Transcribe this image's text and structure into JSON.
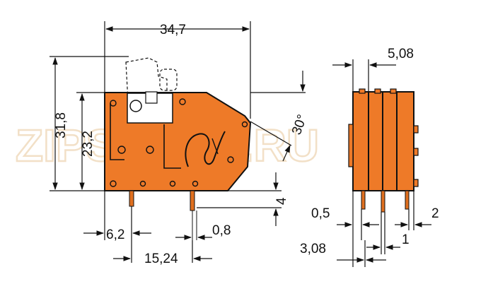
{
  "colors": {
    "body": "#ee7a28",
    "outline": "#111111",
    "pin": "#e07020",
    "watermark": "#e8c79a"
  },
  "watermark": {
    "text": "ZIPSTORE.RU"
  },
  "dimensions": {
    "overall_width": "34,7",
    "overall_height": "31,8",
    "body_height": "23,2",
    "angle": "30°",
    "pin_length": "4",
    "pin_offset": "6,2",
    "pin_width": "0,8",
    "pitch": "15,24",
    "module_width": "5,08",
    "pin_gap_left": "0,5",
    "side_offset": "3,08",
    "pin_spacing": "1",
    "right_gap": "2"
  }
}
